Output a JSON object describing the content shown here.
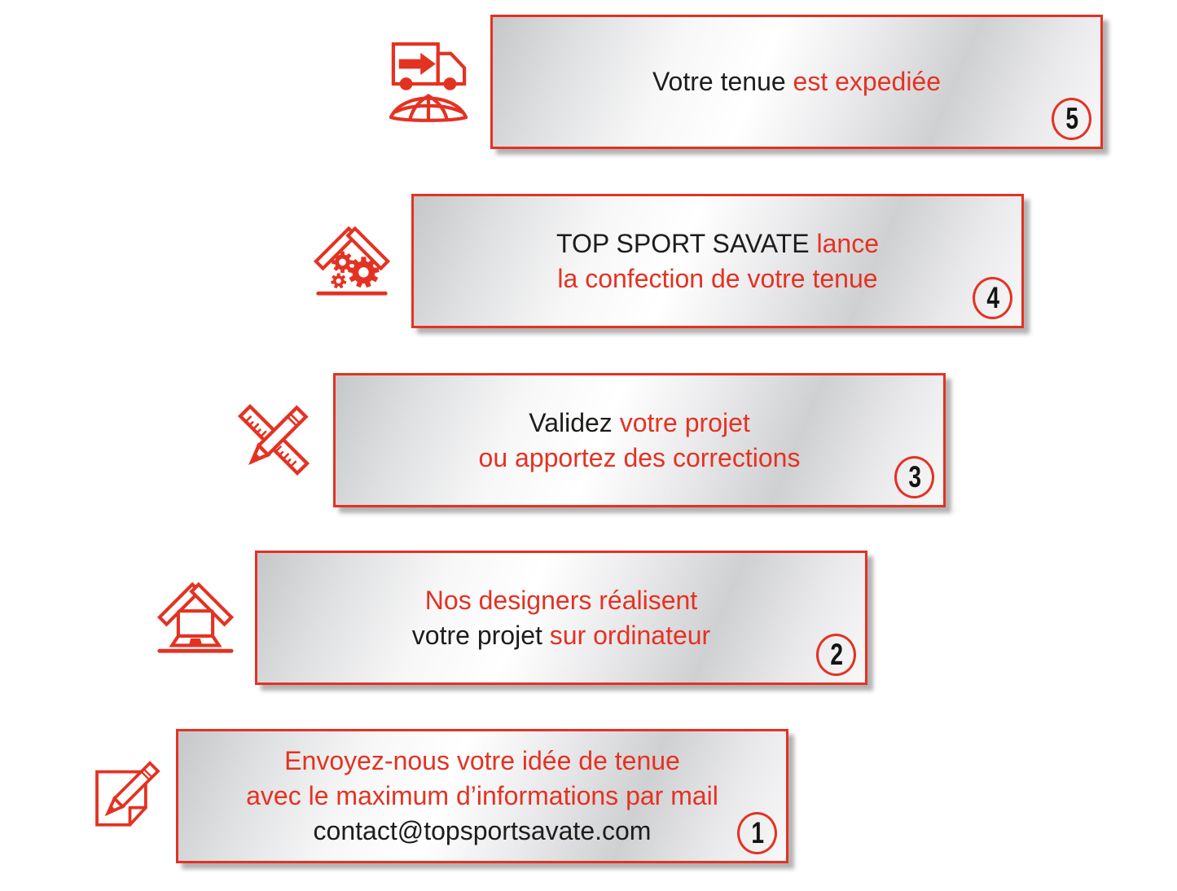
{
  "colors": {
    "red": "#e43222",
    "dark": "#1d1d1b"
  },
  "steps": [
    {
      "number": "5",
      "icon": "delivery-truck-globe-icon",
      "lines": [
        [
          {
            "text": "Votre tenue ",
            "color": "dark"
          },
          {
            "text": "est expediée",
            "color": "red"
          }
        ]
      ]
    },
    {
      "number": "4",
      "icon": "workshop-gears-icon",
      "lines": [
        [
          {
            "text": "TOP SPORT SAVATE ",
            "color": "dark"
          },
          {
            "text": "lance",
            "color": "red"
          }
        ],
        [
          {
            "text": "la confection de votre tenue",
            "color": "red"
          }
        ]
      ]
    },
    {
      "number": "3",
      "icon": "pencil-ruler-icon",
      "lines": [
        [
          {
            "text": "Validez ",
            "color": "dark"
          },
          {
            "text": "votre projet",
            "color": "red"
          }
        ],
        [
          {
            "text": "ou apportez des corrections",
            "color": "red"
          }
        ]
      ]
    },
    {
      "number": "2",
      "icon": "laptop-workshop-icon",
      "lines": [
        [
          {
            "text": "Nos designers réalisent",
            "color": "red"
          }
        ],
        [
          {
            "text": "votre projet ",
            "color": "dark"
          },
          {
            "text": "sur ordinateur",
            "color": "red"
          }
        ]
      ]
    },
    {
      "number": "1",
      "icon": "note-pencil-icon",
      "lines": [
        [
          {
            "text": "Envoyez-nous votre idée de tenue",
            "color": "red"
          }
        ],
        [
          {
            "text": "avec le maximum d’informations par mail",
            "color": "red"
          }
        ],
        [
          {
            "text": "contact@topsportsavate.com",
            "color": "dark"
          }
        ]
      ]
    }
  ]
}
